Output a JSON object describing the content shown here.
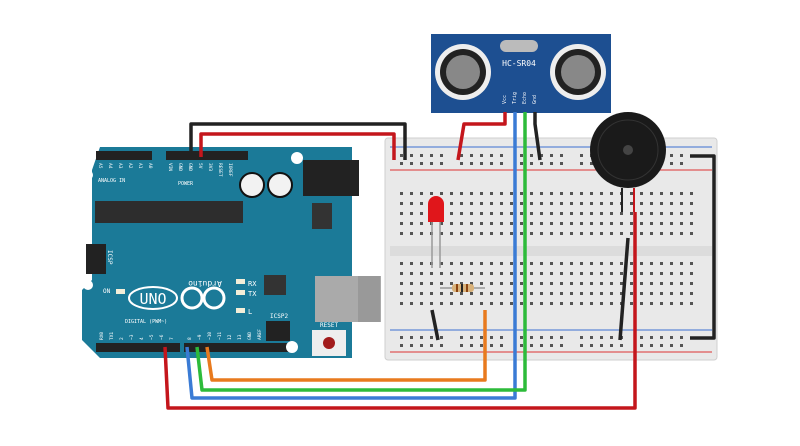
{
  "sensor": {
    "model": "HC-SR04",
    "pins": [
      "Vcc",
      "Trig",
      "Echo",
      "Gnd"
    ],
    "color": "#1d4f91"
  },
  "arduino": {
    "logo_text": "UNO",
    "brand": "Arduino",
    "rx": "RX",
    "tx": "TX",
    "l": "L",
    "on": "ON",
    "icsp": "ICSP",
    "icsp2": "ICSP2",
    "reset": "RESET",
    "digital": "DIGITAL (PWM~)",
    "analog": "ANALOG IN",
    "power": "POWER",
    "power_pins": [
      "VIN",
      "GND",
      "GND",
      "5V",
      "3V3",
      "RESET",
      "IOREF"
    ],
    "analog_pins": [
      "A5",
      "A4",
      "A3",
      "A2",
      "A1",
      "A0"
    ],
    "digital_pins": [
      "RX0",
      "TX1",
      "2",
      "~3",
      "4",
      "~5",
      "~6",
      "7",
      "8",
      "~9",
      "~10",
      "~11",
      "12",
      "13",
      "GND",
      "AREF"
    ],
    "color": "#1b7a98"
  },
  "wire_colors": {
    "red": "#c4161c",
    "black": "#222222",
    "blue": "#3a7bd5",
    "green": "#2dbb3a",
    "orange": "#e87a1e"
  }
}
